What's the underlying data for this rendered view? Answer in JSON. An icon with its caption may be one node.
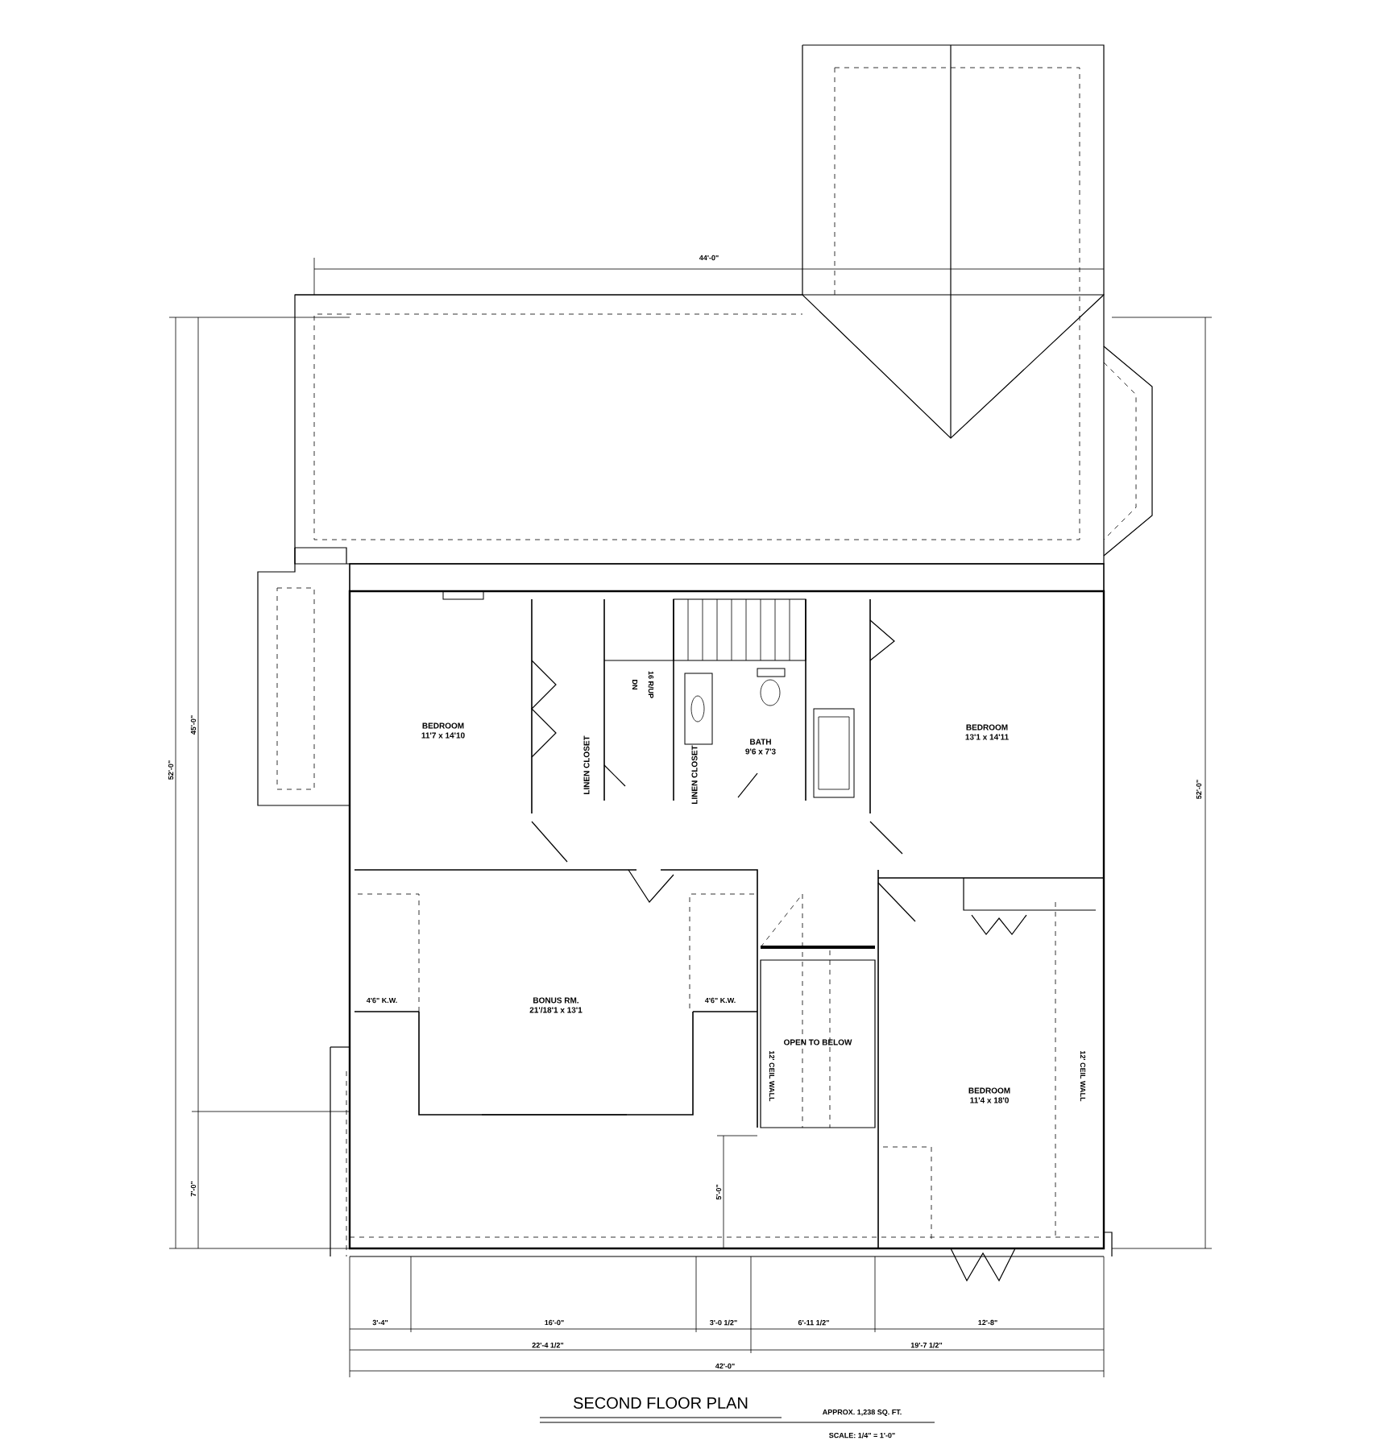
{
  "diagram": {
    "title": "SECOND FLOOR PLAN",
    "nodes": [
      {
        "text": [
          "BEDROOM",
          "11'7 x 14'10"
        ]
      },
      {
        "text": [
          "BATH",
          "9'6 x 7'3"
        ]
      },
      {
        "text": [
          "BEDROOM",
          "13'1 x 14'11"
        ]
      },
      {
        "text": [
          "LINEN CLOSET"
        ]
      },
      {
        "text": [
          "LINEN CLOSET"
        ]
      },
      {
        "text": [
          "BONUS RM.",
          "21'/18'1 x 13'1"
        ]
      },
      {
        "text": [
          "OPEN TO BELOW"
        ]
      },
      {
        "text": [
          "BEDROOM",
          "11'4 x 18'0"
        ]
      }
    ],
    "labels": [
      "44'-0\"",
      "52'-0\"",
      "45'-0\"",
      "7'-0\"",
      "52'-0\"",
      "DN",
      "16 R/UP",
      "4'6\" K.W.",
      "4'6\" K.W.",
      "12' CEIL WALL",
      "12' CEIL WALL",
      "5'-0\"",
      "3'-4\"",
      "16'-0\"",
      "3'-0 1/2\"",
      "6'-11 1/2\"",
      "12'-8\"",
      "22'-4 1/2\"",
      "19'-7 1/2\"",
      "42'-0\"",
      "APPROX. 1,238 SQ. FT.",
      "SCALE: 1/4\" = 1'-0\""
    ]
  }
}
